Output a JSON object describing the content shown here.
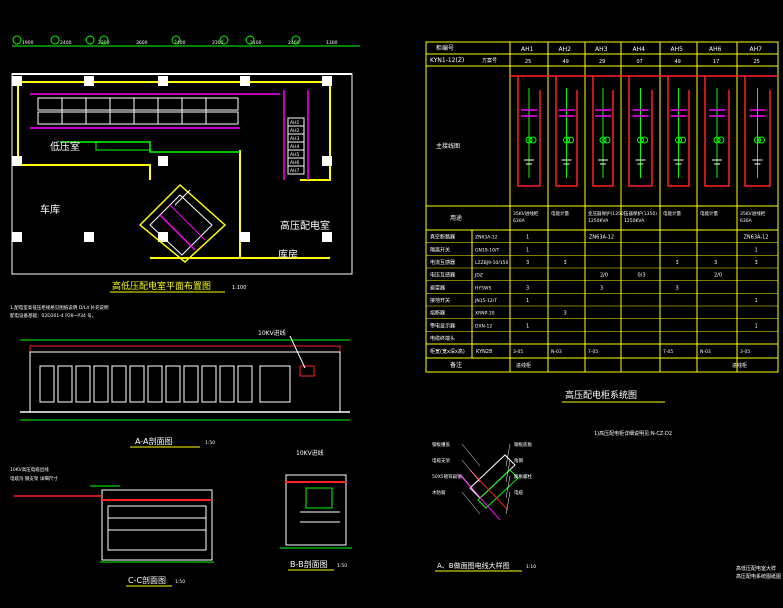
{
  "colors": {
    "background": "#000000",
    "white": "#ffffff",
    "yellow": "#ffff00",
    "green": "#00ff00",
    "red": "#ff2020",
    "cyan": "#00ffff",
    "magenta": "#ff00ff",
    "blue": "#3030ff"
  },
  "plan": {
    "title": "高低压配电室平面布置图",
    "scale": "1:100",
    "room_labels": {
      "low_voltage_room": "低压室",
      "garage": "车库",
      "high_voltage_room": "高压配电室",
      "storage": "库房"
    },
    "cabinet_labels": [
      "AH1",
      "AH2",
      "AH3",
      "AH4",
      "AH5",
      "AH6",
      "AH7"
    ],
    "top_dims": [
      "1900",
      "2400",
      "2300",
      "3600",
      "2400",
      "2300",
      "2100",
      "2400",
      "1300"
    ],
    "notes": [
      "1.配电室高低压柜规格见图纸说明 D/L4 补充说明",
      "配电设备基础：02D201-4 P28~P34 号。"
    ]
  },
  "section_aa": {
    "title": "A-A剖面图",
    "scale": "1:50",
    "tag": "10KV进线"
  },
  "section_cc": {
    "title": "C-C剖面图",
    "scale": "1:50",
    "note1": "10KV高压电缆出线",
    "note2": "电缆沟 钢支架 详细尺寸"
  },
  "section_bb": {
    "title": "B-B剖面图",
    "scale": "1:50",
    "tag": "10KV进线"
  },
  "detail": {
    "title": "A、B做面图电线大样图",
    "scale": "1:10",
    "labels": [
      "钢板槽盖",
      "电缆支架",
      "50X5镀锌扁钢",
      "木防腐",
      "钢板底板",
      "角钢",
      "膨胀螺栓",
      "电缆"
    ]
  },
  "system": {
    "title": "高压配电柜系统图",
    "header_cabinet_no": "柜编号",
    "header_model": "KYN1-12(Z)",
    "header_scheme": "方案号",
    "cabinets": [
      "AH1",
      "AH2",
      "AH3",
      "AH4",
      "AH5",
      "AH6",
      "AH7"
    ],
    "scheme_numbers": [
      "25",
      "49",
      "29",
      "07",
      "49",
      "17",
      "25"
    ],
    "main_circuit": "主接线图",
    "use_label": "用途",
    "uses": [
      "35KV进线柜 630A",
      "电能计量",
      "变压器保护(1350) 1250KVA",
      "压器保护(1350) 1250KVA",
      "电能计量",
      "电能计量",
      "35KV进线柜 630A"
    ],
    "rows": [
      {
        "label": "真空断路器",
        "model": "ZN63A-12",
        "vals": [
          "1",
          "",
          "ZN63A-12",
          "",
          "",
          "",
          "ZN63A-12"
        ]
      },
      {
        "label": "隔离开关",
        "model": "GN19-10/T",
        "vals": [
          "1",
          "",
          "",
          "",
          "",
          "",
          "1"
        ]
      },
      {
        "label": "电流互感器",
        "model": "LZZBJ9-10/150",
        "vals": [
          "3",
          "3",
          "",
          "",
          "3",
          "3",
          "3"
        ]
      },
      {
        "label": "电压互感器",
        "model": "JDZ",
        "vals": [
          "",
          "",
          "2/0",
          "0/3",
          "",
          "2/0",
          ""
        ]
      },
      {
        "label": "避雷器",
        "model": "HY5WS",
        "vals": [
          "3",
          "",
          "3",
          "",
          "3",
          "",
          ""
        ]
      },
      {
        "label": "接地开关",
        "model": "JN15-12/T",
        "vals": [
          "1",
          "",
          "",
          "",
          "",
          "",
          "1"
        ]
      },
      {
        "label": "熔断器",
        "model": "XRNP-10",
        "vals": [
          "",
          "3",
          "",
          "",
          "",
          "",
          ""
        ]
      },
      {
        "label": "带电显示器",
        "model": "DXN-12",
        "vals": [
          "1",
          "",
          "",
          "",
          "",
          "",
          "1"
        ]
      },
      {
        "label": "电缆终端头",
        "model": "",
        "vals": [
          "",
          "",
          "",
          "",
          "",
          "",
          ""
        ]
      }
    ],
    "size_row_label": "柜宽(宽x深x高)",
    "size_model": "KYN28",
    "sizes": [
      "3-05",
      "N-03",
      "7-05",
      "",
      "7-05",
      "N-03",
      "3-05"
    ],
    "remarks_label": "备注",
    "remarks_first": "进线柜",
    "remarks_last": "进线柜"
  },
  "system_note": "1)高压配电柜详细说明见:N-CZ-D2",
  "corner_text": [
    "高低压配电室大样",
    "高压配电系统图纸图"
  ]
}
